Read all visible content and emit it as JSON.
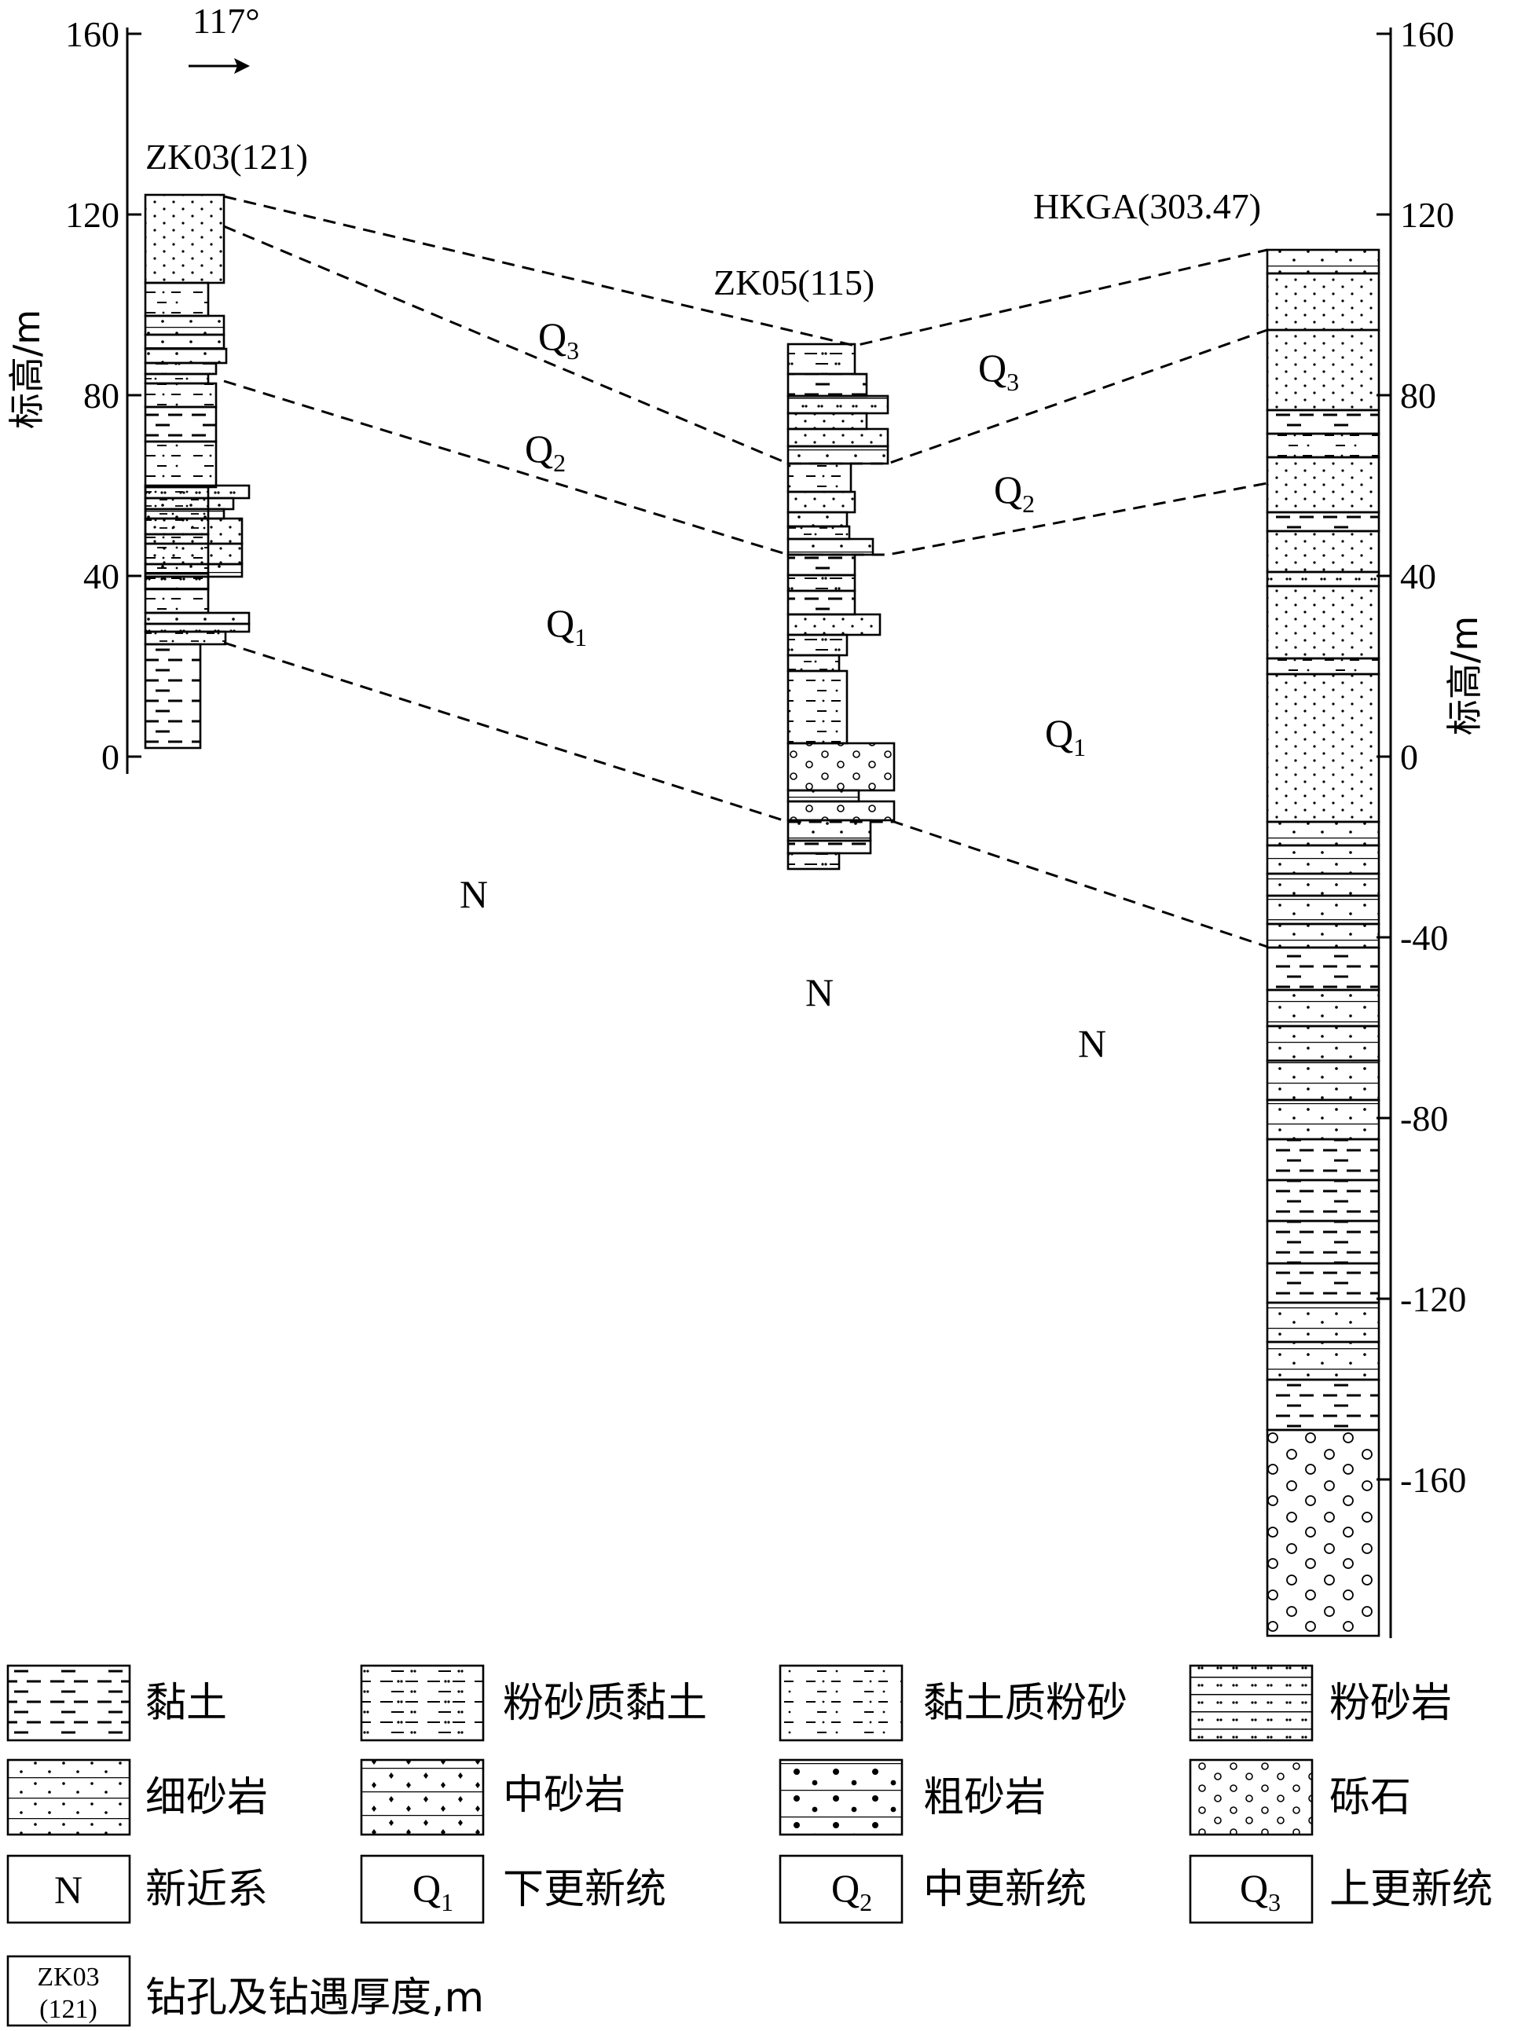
{
  "axes": {
    "left_label": "标高/m",
    "right_label": "标高/m",
    "left_ticks": [
      "160",
      "120",
      "80",
      "40",
      "0"
    ],
    "right_ticks": [
      "160",
      "120",
      "80",
      "40",
      "0",
      "-40",
      "-80",
      "-120",
      "-160"
    ]
  },
  "direction": {
    "label": "117°"
  },
  "boreholes": [
    {
      "label": "ZK03(121)"
    },
    {
      "label": "ZK05(115)"
    },
    {
      "label": "HKGA(303.47)"
    }
  ],
  "units": {
    "q3": {
      "base": "Q",
      "sub": "3"
    },
    "q2": {
      "base": "Q",
      "sub": "2"
    },
    "q1": {
      "base": "Q",
      "sub": "1"
    },
    "n": "N"
  },
  "legend": {
    "items": [
      {
        "label": "黏土",
        "pattern": "clay"
      },
      {
        "label": "粉砂质黏土",
        "pattern": "silty-clay"
      },
      {
        "label": "黏土质粉砂",
        "pattern": "clayey-silt"
      },
      {
        "label": "粉砂岩",
        "pattern": "siltstone"
      },
      {
        "label": "细砂岩",
        "pattern": "fine-sandstone"
      },
      {
        "label": "中砂岩",
        "pattern": "medium-sandstone"
      },
      {
        "label": "粗砂岩",
        "pattern": "coarse-sandstone"
      },
      {
        "label": "砾石",
        "pattern": "gravel"
      },
      {
        "label": "新近系",
        "symbol": "N"
      },
      {
        "label": "下更新统",
        "symbol_base": "Q",
        "symbol_sub": "1"
      },
      {
        "label": "中更新统",
        "symbol_base": "Q",
        "symbol_sub": "2"
      },
      {
        "label": "上更新统",
        "symbol_base": "Q",
        "symbol_sub": "3"
      },
      {
        "label": "钻孔及钻遇厚度,m",
        "symbol_line1": "ZK03",
        "symbol_line2": "(121)"
      }
    ]
  }
}
